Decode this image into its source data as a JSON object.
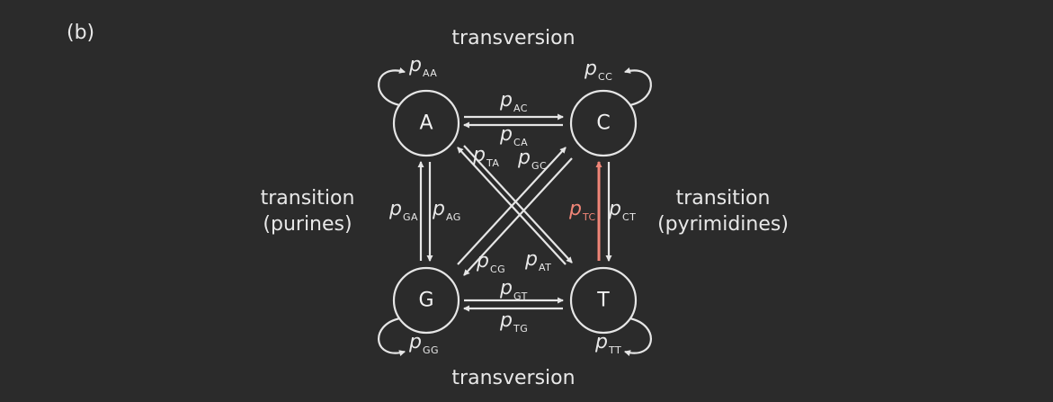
{
  "panel_label": "(b)",
  "accent_color": "#f08577",
  "line_color": "#e6e6e6",
  "background_color": "#2b2b2b",
  "labels": {
    "top": "transversion",
    "bottom": "transversion",
    "left_line1": "transition",
    "left_line2": "(purines)",
    "right_line1": "transition",
    "right_line2": "(pyrimidines)"
  },
  "nodes": {
    "A": "A",
    "C": "C",
    "G": "G",
    "T": "T"
  },
  "probabilities": {
    "AA": {
      "p": "p",
      "sub": "AA"
    },
    "CC": {
      "p": "p",
      "sub": "CC"
    },
    "GG": {
      "p": "p",
      "sub": "GG"
    },
    "TT": {
      "p": "p",
      "sub": "TT"
    },
    "AC": {
      "p": "p",
      "sub": "AC"
    },
    "CA": {
      "p": "p",
      "sub": "CA"
    },
    "GT": {
      "p": "p",
      "sub": "GT"
    },
    "TG": {
      "p": "p",
      "sub": "TG"
    },
    "GA": {
      "p": "p",
      "sub": "GA"
    },
    "AG": {
      "p": "p",
      "sub": "AG"
    },
    "TC": {
      "p": "p",
      "sub": "TC"
    },
    "CT": {
      "p": "p",
      "sub": "CT"
    },
    "TA": {
      "p": "p",
      "sub": "TA"
    },
    "GC": {
      "p": "p",
      "sub": "GC"
    },
    "CG": {
      "p": "p",
      "sub": "CG"
    },
    "AT": {
      "p": "p",
      "sub": "AT"
    }
  }
}
